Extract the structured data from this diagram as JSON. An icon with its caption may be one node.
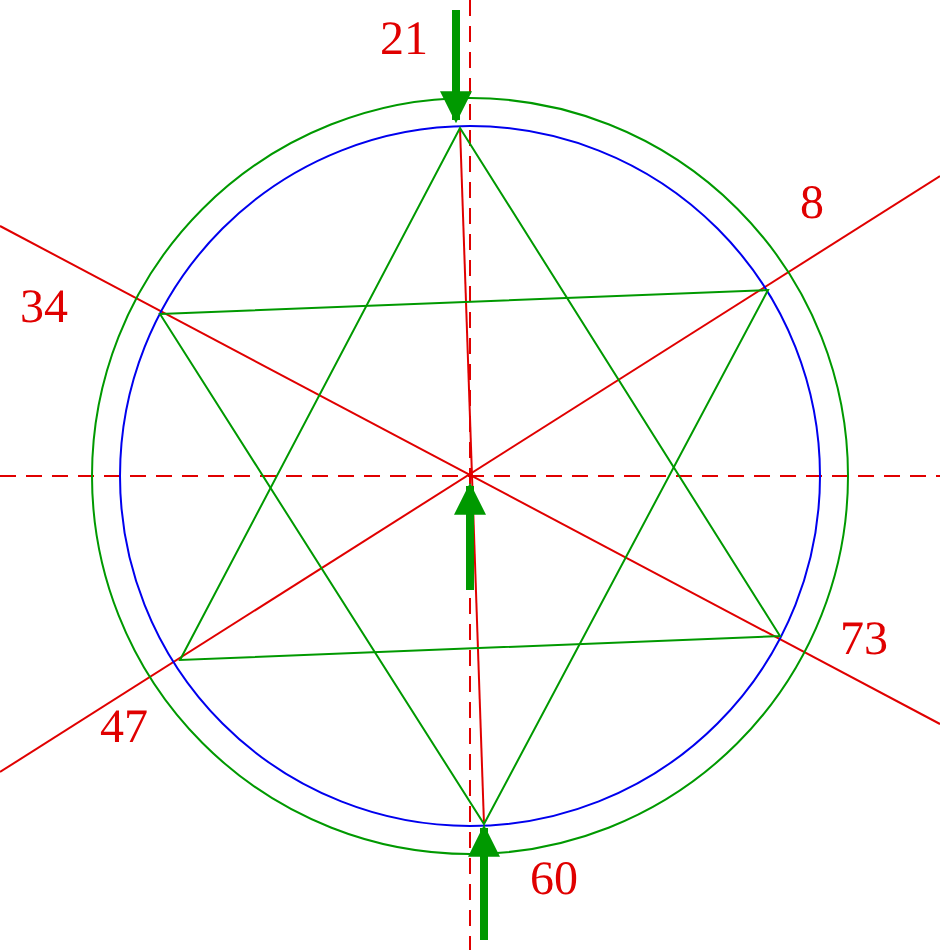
{
  "diagram": {
    "labels": [
      "21",
      "8",
      "34",
      "73",
      "47",
      "60"
    ]
  }
}
